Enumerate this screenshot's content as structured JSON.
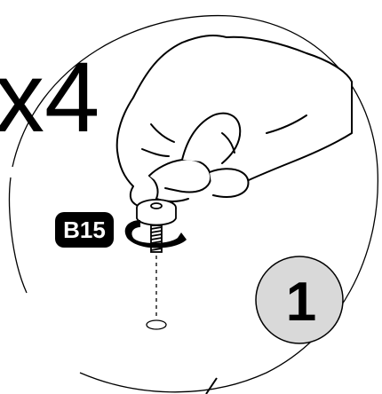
{
  "instruction": {
    "quantity_text": "x4",
    "part_label": "B15",
    "step_number": "1"
  },
  "colors": {
    "line": "#000000",
    "background": "#ffffff",
    "label_fill": "#000000",
    "label_text": "#ffffff",
    "step_badge_fill": "#d9d9d9"
  },
  "icons": {
    "hand": "hand-illustration",
    "rotation": "clockwise-arrow-icon",
    "screw": "foot-screw"
  }
}
